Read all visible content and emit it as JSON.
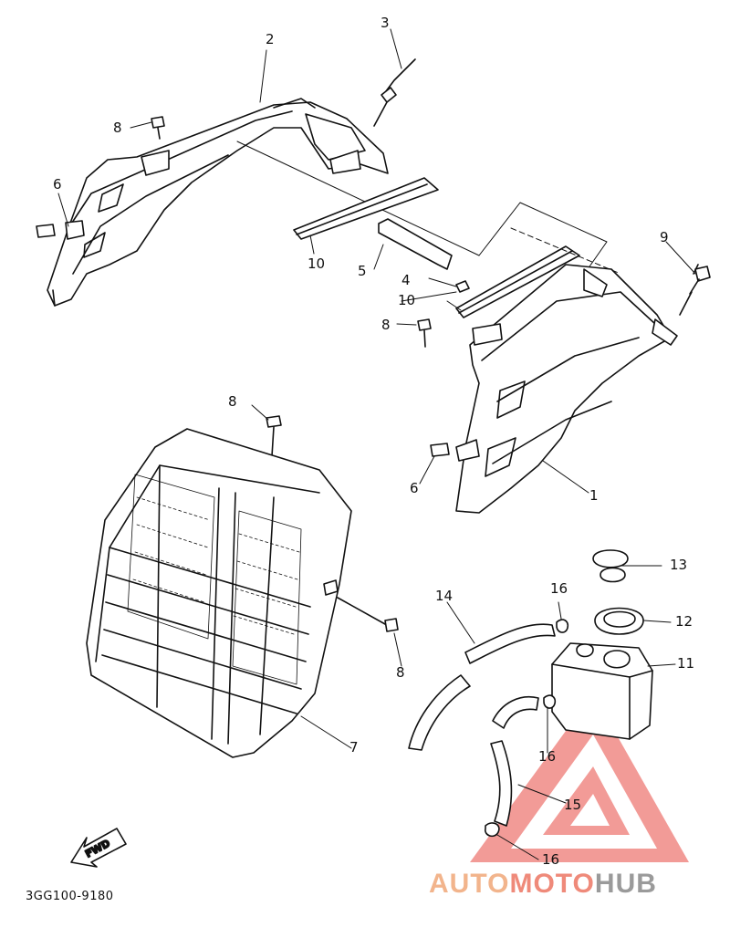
{
  "callouts": {
    "part_1": "1",
    "part_2": "2",
    "part_3": "3",
    "part_4": "4",
    "part_5": "5",
    "part_6_left": "6",
    "part_6_right": "6",
    "part_7": "7",
    "part_8_top": "8",
    "part_8_mid": "8",
    "part_8_grille_top": "8",
    "part_8_grille_side": "8",
    "part_9": "9",
    "part_10_left": "10",
    "part_10_right": "10",
    "part_11": "11",
    "part_12": "12",
    "part_13": "13",
    "part_14": "14",
    "part_15": "15",
    "part_16_top": "16",
    "part_16_mid": "16",
    "part_16_bottom": "16"
  },
  "fwd_label": "FWD",
  "drawing_code": "3GG100-9180",
  "watermark": {
    "segments": [
      {
        "text": "AUTO",
        "color": "#f2b48c"
      },
      {
        "text": "MOTO",
        "color": "#ef8a7a"
      },
      {
        "text": "HUB",
        "color": "#9a9a9a"
      }
    ],
    "triangle_color": "#f08a86"
  }
}
